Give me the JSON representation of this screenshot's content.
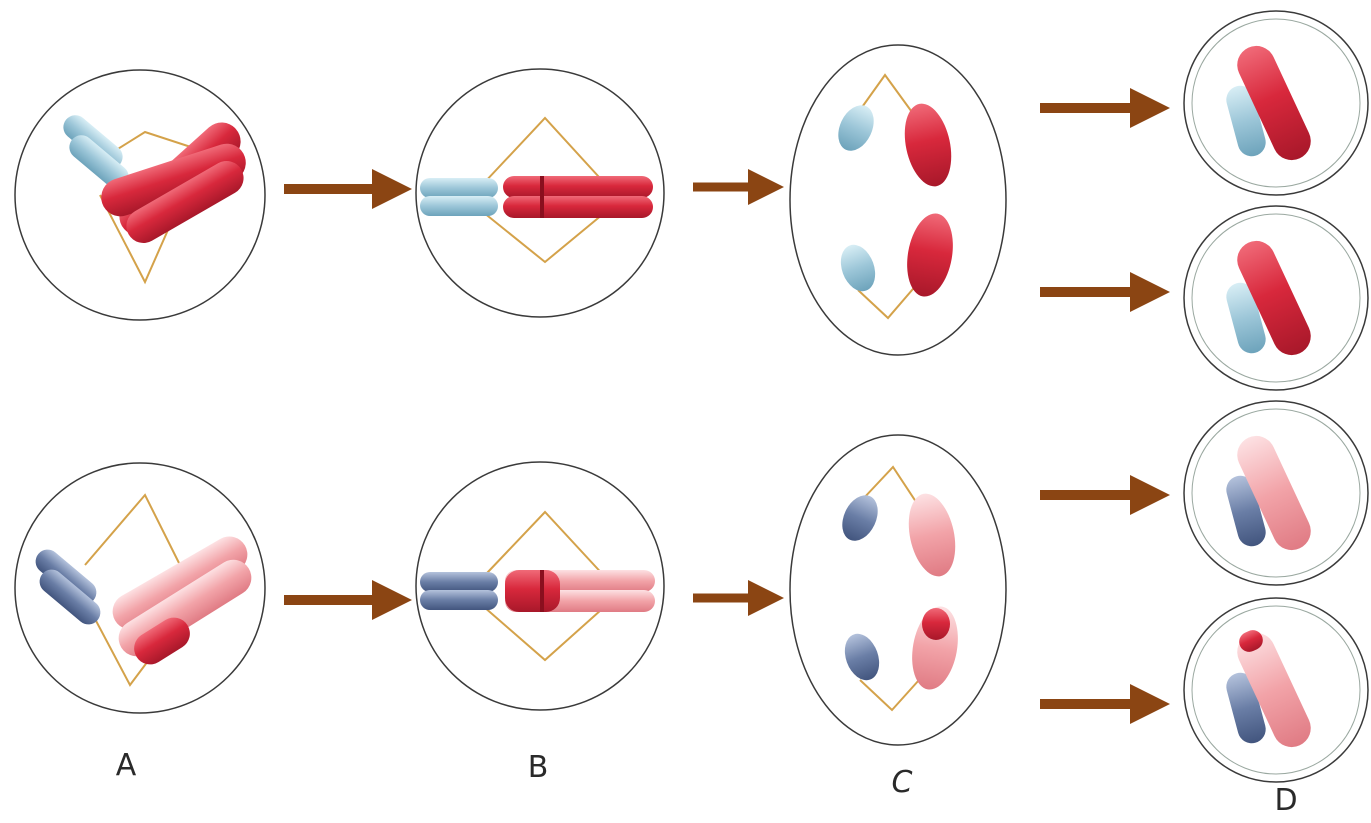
{
  "labels": {
    "a": "A",
    "b": "B",
    "c": "C",
    "d": "D"
  },
  "colors": {
    "cell_outline": "#3a3a3a",
    "spindle": "#d4a24a",
    "arrow": "#8b4513",
    "chromosome_red": "#d8283c",
    "chromosome_pink": "#f2a3a8",
    "chromosome_light_blue": "#9cc6d8",
    "chromosome_dark_blue": "#6a7ea6"
  }
}
